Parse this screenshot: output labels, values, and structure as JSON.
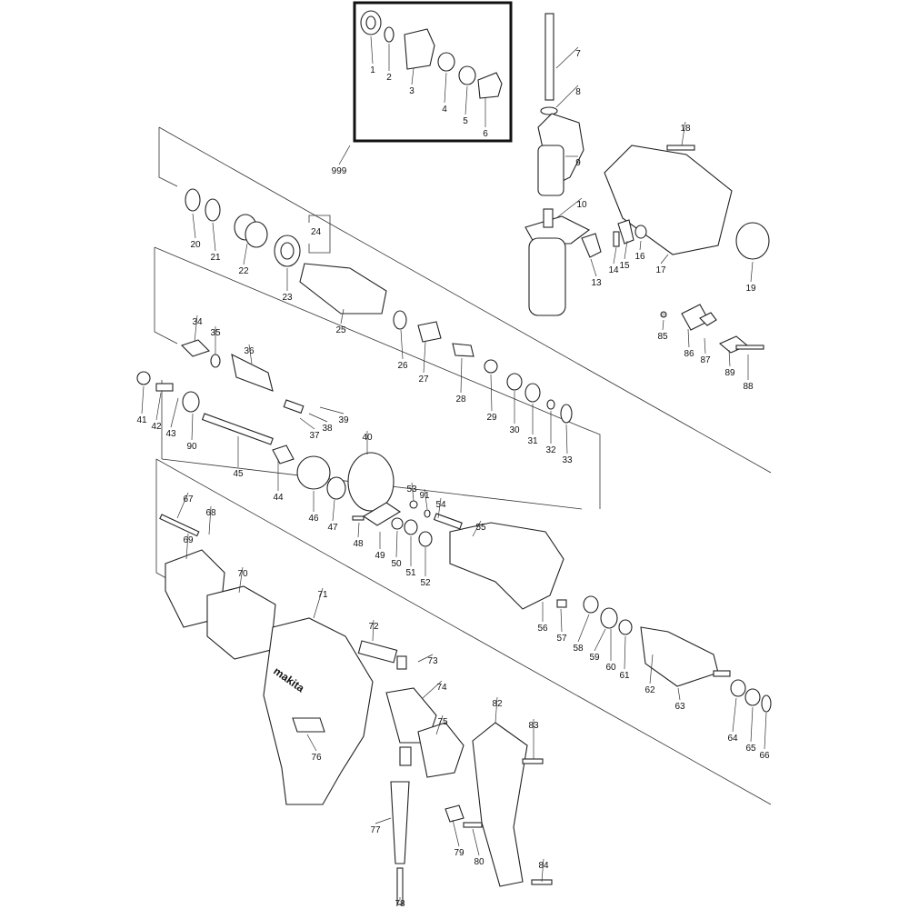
{
  "diagram": {
    "kit_label": "999",
    "group_bracket_label": "24",
    "brand_mark": "makita",
    "parts": [
      "1",
      "2",
      "3",
      "4",
      "5",
      "6",
      "7",
      "8",
      "9",
      "10",
      "13",
      "14",
      "15",
      "16",
      "17",
      "18",
      "19",
      "20",
      "21",
      "22",
      "23",
      "24",
      "25",
      "26",
      "27",
      "28",
      "29",
      "30",
      "31",
      "32",
      "33",
      "34",
      "35",
      "36",
      "37",
      "38",
      "39",
      "40",
      "41",
      "42",
      "43",
      "44",
      "45",
      "46",
      "47",
      "48",
      "49",
      "50",
      "51",
      "52",
      "53",
      "54",
      "55",
      "56",
      "57",
      "58",
      "59",
      "60",
      "61",
      "62",
      "63",
      "64",
      "65",
      "66",
      "67",
      "68",
      "69",
      "70",
      "71",
      "72",
      "73",
      "74",
      "75",
      "76",
      "77",
      "78",
      "79",
      "80",
      "82",
      "83",
      "84",
      "85",
      "86",
      "87",
      "88",
      "89",
      "90",
      "91",
      "999"
    ]
  },
  "colors": {
    "line": "#222222",
    "background": "#ffffff",
    "shade": "#cfcfcf"
  }
}
